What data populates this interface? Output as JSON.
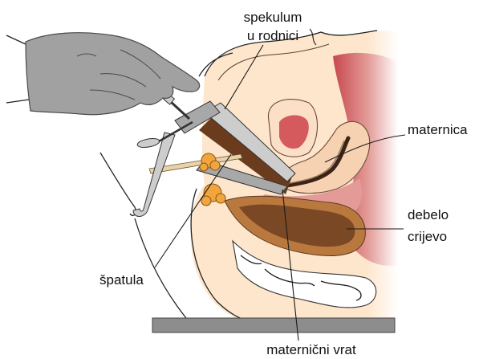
{
  "labels": {
    "speculum": {
      "line1": "spekulum",
      "line2": "u rodnici"
    },
    "uterus": "maternica",
    "colon": {
      "line1": "debelo",
      "line2": "crijevo"
    },
    "spatula": "špatula",
    "cervix": "maternični vrat"
  },
  "colors": {
    "glove": "#a1a1a1",
    "glove_outline": "#4a4a4a",
    "skin": "#fde6cc",
    "tissue_red": "#c8474f",
    "tissue_pink": "#e49b97",
    "bladder_inner": "#d55a5e",
    "uterus": "#f6d2b2",
    "canal_brown": "#6a3b1c",
    "rectum_wall": "#b9783e",
    "rectum_inner": "#7a4824",
    "intestine": "#ffffff",
    "orange": "#f0a63c",
    "metal": "#cdcdcd",
    "metal_dark": "#a8a8a8",
    "spatula": "#e8d2a6",
    "table": "#8d8d8d"
  }
}
